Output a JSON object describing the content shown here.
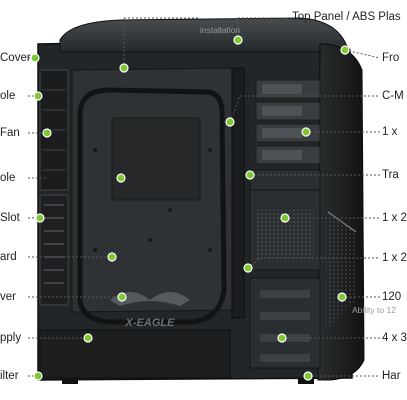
{
  "labels": {
    "top_panel": "Top Panel / ABS Plas",
    "installation": "installation",
    "cover_top": "Cover",
    "hole_1": "ole",
    "fan": "Fan",
    "hole_2": "ole",
    "slot": "Slot",
    "board": "ard",
    "cover_bottom": "ver",
    "supply": "pply",
    "filter": "ilter",
    "front": "Fro",
    "c_m": "C-M",
    "one_x": "1 x",
    "tray": "Tra",
    "one_x_2a": "1 x 2",
    "one_x_2b": "1 x 2",
    "fan_120": "120",
    "ability": "Ability to 12",
    "four_x": "4 x 3",
    "hard": "Har"
  },
  "logo_text": "X-EAGLE",
  "colors": {
    "case_body": "#2b2e30",
    "case_dark": "#16181a",
    "panel": "#3a3d40",
    "leader": "#555555",
    "marker": "#7ec832",
    "label": "#222222",
    "sublabel": "#9a9a9a"
  }
}
